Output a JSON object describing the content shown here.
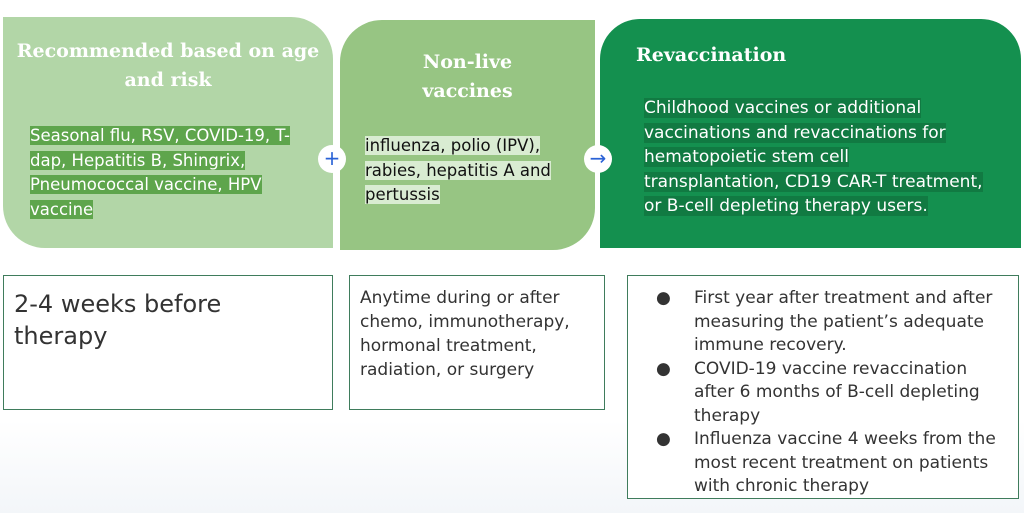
{
  "cards": [
    {
      "title": "Recommended based on age and risk",
      "body": "Seasonal flu, RSV, COVID-19, T-dap, Hepatitis B, Shingrix, Pneumococcal vaccine, HPV vaccine"
    },
    {
      "title": "Non-live vaccines",
      "body": "influenza, polio (IPV), rabies, hepatitis A and pertussis"
    },
    {
      "title": "Revaccination",
      "body": "Childhood vaccines or additional vaccinations and revaccinations for hematopoietic stem cell transplantation, CD19 CAR-T treatment, or B-cell depleting therapy users."
    }
  ],
  "connectors": {
    "plus": "+",
    "arrow": "→"
  },
  "timing": [
    {
      "text": "2-4 weeks before therapy"
    },
    {
      "text": "Anytime during or after chemo, immunotherapy, hormonal treatment, radiation, or surgery"
    },
    {
      "bullets": [
        "First year after treatment and after measuring the patient’s adequate immune recovery.",
        "COVID-19 vaccine revaccination after 6 months of B-cell depleting therapy",
        "Influenza vaccine 4 weeks from the most recent treatment on patients with chronic therapy"
      ]
    }
  ],
  "bullet_glyph": "●",
  "colors": {
    "card1": "#b2d6a7",
    "card2": "#97c583",
    "card3": "#14904f",
    "border": "#3f7c5c",
    "connector": "#2a62d6"
  }
}
